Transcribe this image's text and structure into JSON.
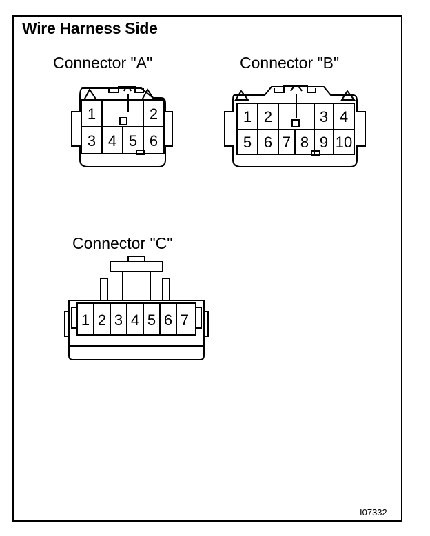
{
  "title": "Wire Harness Side",
  "reference_code": "I07332",
  "connectors": [
    {
      "id": "A",
      "label": "Connector \"A\"",
      "pins": [
        "1",
        "2",
        "3",
        "4",
        "5",
        "6"
      ]
    },
    {
      "id": "B",
      "label": "Connector \"B\"",
      "pins": [
        "1",
        "2",
        "3",
        "4",
        "5",
        "6",
        "7",
        "8",
        "9",
        "10"
      ]
    },
    {
      "id": "C",
      "label": "Connector \"C\"",
      "pins": [
        "1",
        "2",
        "3",
        "4",
        "5",
        "6",
        "7"
      ]
    }
  ]
}
